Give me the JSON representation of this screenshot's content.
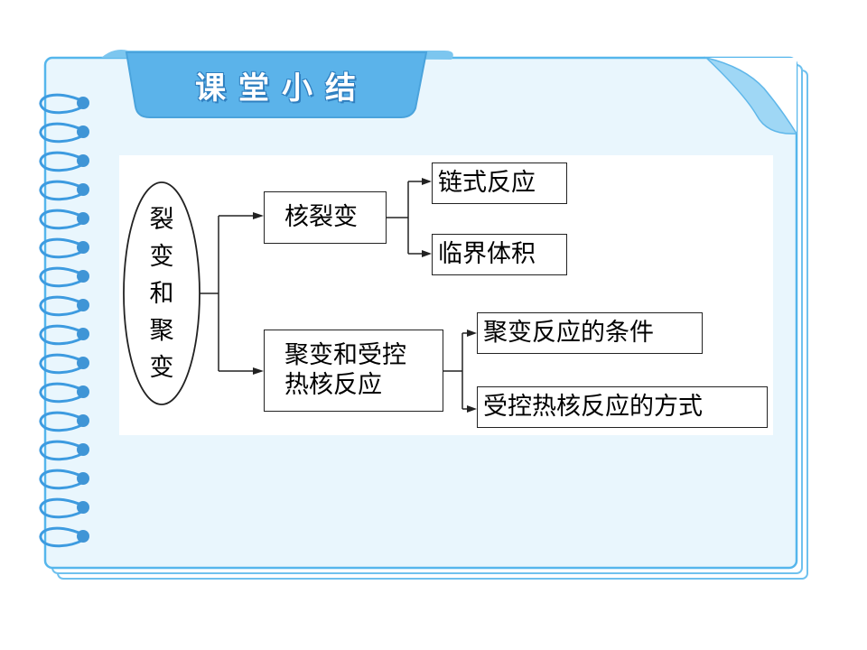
{
  "header": {
    "title": "课堂小结"
  },
  "diagram": {
    "root": {
      "chars": [
        "裂",
        "变",
        "和",
        "聚",
        "变"
      ]
    },
    "fission": {
      "label": "核裂变",
      "children": [
        "链式反应",
        "临界体积"
      ]
    },
    "fusion": {
      "label_line1": "聚变和受控",
      "label_line2": "热核反应",
      "children": [
        "聚变反应的条件",
        "受控热核反应的方式"
      ]
    }
  },
  "colors": {
    "page_blue": "#e9f6fd",
    "tab_blue": "#5bb3ea",
    "ring_blue": "#3d9be0",
    "diagram_bg": "#ffffff"
  }
}
